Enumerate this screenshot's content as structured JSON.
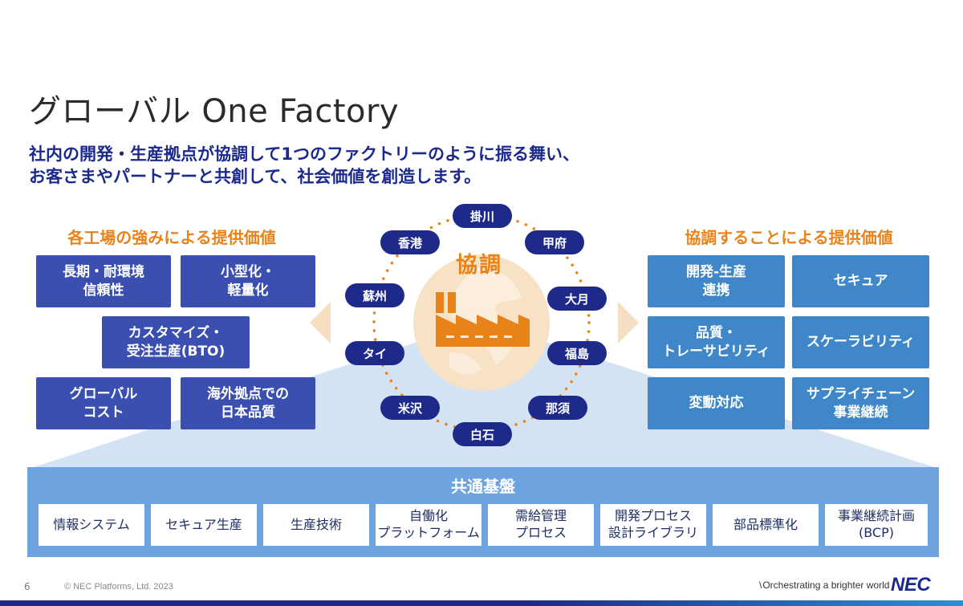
{
  "title": "グローバル One Factory",
  "subtitle": {
    "line1": "社内の開発・生産拠点が協調して1つのファクトリーのように振る舞い、",
    "line2": "お客さまやパートナーと共創して、社会価値を創造します。"
  },
  "left": {
    "heading": "各工場の強みによる提供価値",
    "boxes": [
      "長期・耐環境\n信頼性",
      "小型化・\n軽量化",
      "カスタマイズ・\n受注生産(BTO)",
      "グローバル\nコスト",
      "海外拠点での\n日本品質"
    ]
  },
  "center": {
    "label": "協調",
    "sites": [
      "掛川",
      "甲府",
      "大月",
      "福島",
      "那須",
      "白石",
      "米沢",
      "タイ",
      "蘇州",
      "香港"
    ],
    "icons": [
      "factory-icon",
      "globe-icon"
    ]
  },
  "right": {
    "heading": "協調することによる提供価値",
    "boxes": [
      "開発-生産\n連携",
      "セキュア",
      "品質・\nトレーサビリティ",
      "スケーラビリティ",
      "変動対応",
      "サプライチェーン\n事業継続"
    ]
  },
  "foundation": {
    "title": "共通基盤",
    "items": [
      "情報システム",
      "セキュア生産",
      "生産技術",
      "自働化\nプラットフォーム",
      "需給管理\nプロセス",
      "開発プロセス\n設計ライブラリ",
      "部品標準化",
      "事業継続計画\n(BCP)"
    ]
  },
  "footer": {
    "page": "6",
    "copyright": "© NEC Platforms, Ltd. 2023",
    "tagline": "Orchestrating a brighter world",
    "logo": "NEC"
  },
  "colors": {
    "navy": "#1d2a8a",
    "left_box": "#3b4fb0",
    "right_box": "#3f87c9",
    "orange": "#e8831a",
    "foundation": "#6da3df",
    "triangle": "#cfe0f3"
  }
}
